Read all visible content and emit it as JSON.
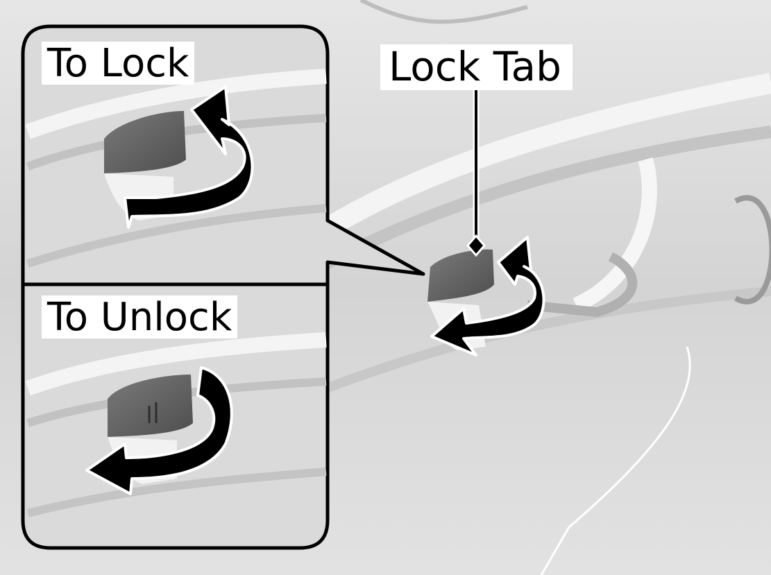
{
  "labels": {
    "to_lock": "To Lock",
    "to_unlock": "To Unlock",
    "lock_tab": "Lock Tab"
  },
  "colors": {
    "background": "#dcdcdc",
    "outline": "#000000",
    "label_bg": "#ffffff",
    "lock_tab": "#6a6a6a"
  }
}
